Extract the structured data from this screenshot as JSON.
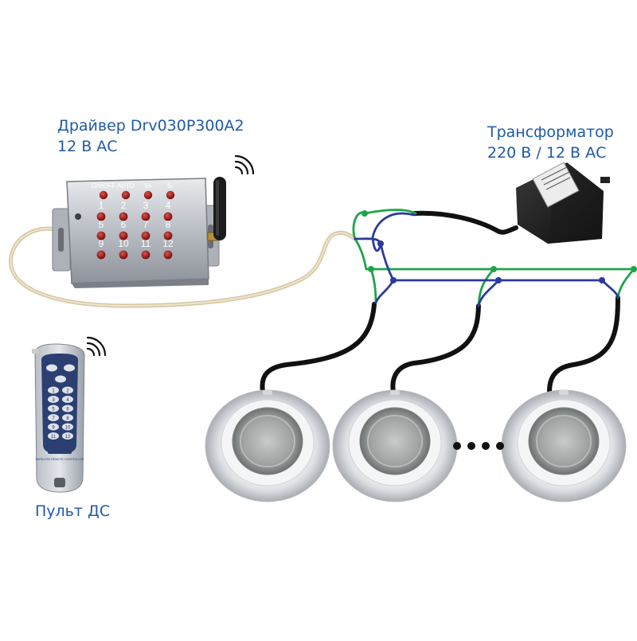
{
  "driver": {
    "title_line1": "Драйвер Drv030P300A2",
    "title_line2": "12 В АС",
    "header_labels": [
      "ON/OFF",
      "AUTO",
      "S+",
      "S-"
    ],
    "buttons": [
      "1",
      "2",
      "3",
      "4",
      "5",
      "6",
      "7",
      "8",
      "9",
      "10",
      "11",
      "12"
    ]
  },
  "transformer": {
    "title_line1": "Трансформатор",
    "title_line2": "220 В / 12 В АС"
  },
  "remote": {
    "label": "Пульт ДС",
    "buttons": [
      "1",
      "2",
      "3",
      "4",
      "5",
      "6",
      "7",
      "8",
      "9",
      "10",
      "11",
      "12"
    ],
    "brand_text": "WIRELESS REMOTE CONTROLLER"
  },
  "colors": {
    "label_text": "#1f5aa8",
    "wire_green": "#1ea54a",
    "wire_blue": "#2b3a9c",
    "cable_black": "#111111",
    "antenna_cable": "#d9c9a8"
  }
}
